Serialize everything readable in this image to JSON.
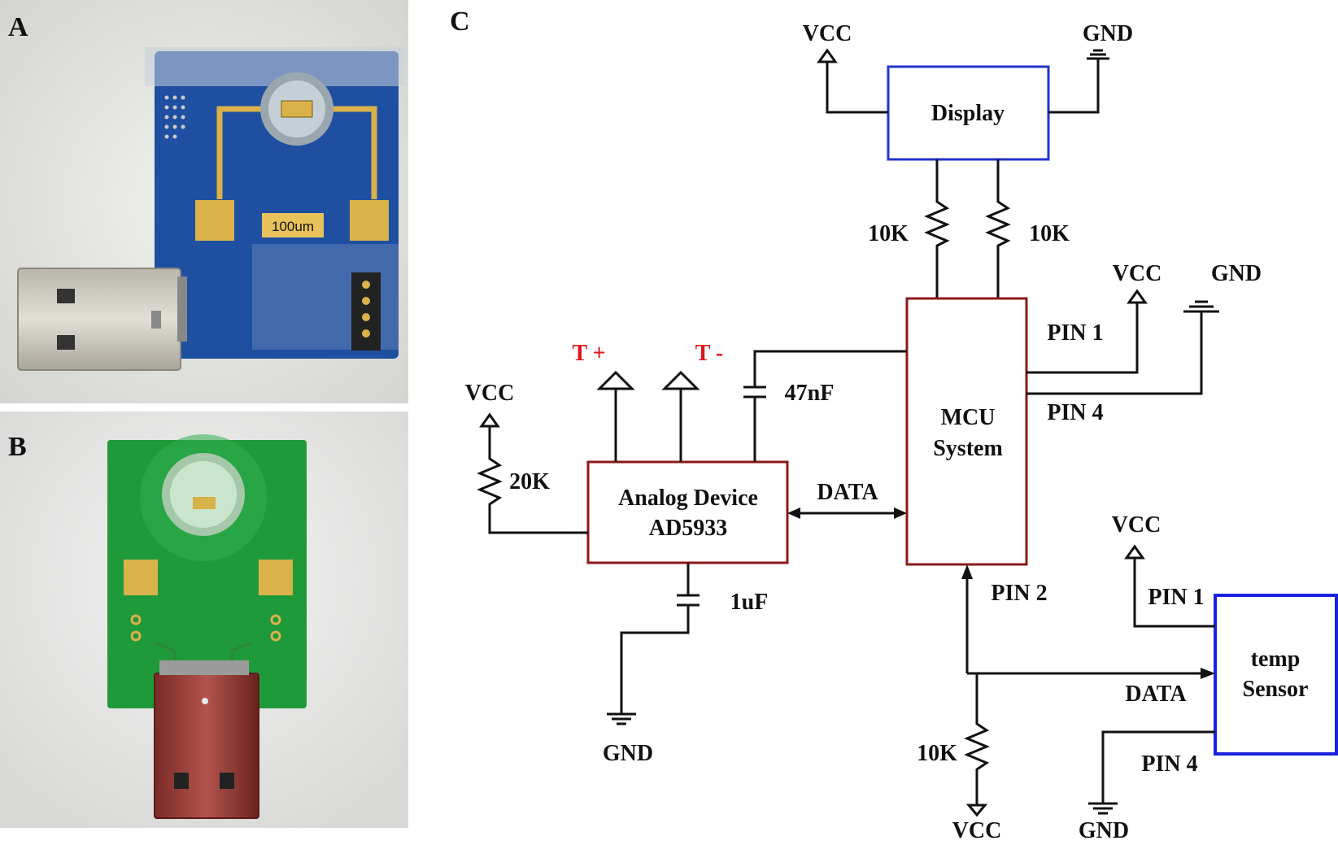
{
  "panels": {
    "a_label": "A",
    "b_label": "B",
    "c_label": "C"
  },
  "photo_a": {
    "chip_label": "100um"
  },
  "schematic": {
    "display": {
      "label": "Display",
      "vcc": "VCC",
      "gnd": "GND"
    },
    "pullups": {
      "left": "10K",
      "right": "10K"
    },
    "mcu": {
      "line1": "MCU",
      "line2": "System"
    },
    "mcu_power": {
      "vcc": "VCC",
      "gnd": "GND",
      "pin1": "PIN 1",
      "pin4": "PIN 4"
    },
    "analog": {
      "line1": "Analog Device",
      "line2": "AD5933",
      "vcc": "VCC",
      "resistor": "20K",
      "gnd": "GND"
    },
    "terminals": {
      "t_plus": "T +",
      "t_minus": "T -"
    },
    "caps": {
      "top": "47nF",
      "bottom": "1uF"
    },
    "data_bus": "DATA",
    "pin2": "PIN 2",
    "temp": {
      "line1": "temp",
      "line2": "Sensor",
      "vcc": "VCC",
      "pin1": "PIN 1",
      "data": "DATA",
      "pin4": "PIN 4",
      "gnd": "GND"
    },
    "pulldown": {
      "resistor": "10K",
      "vcc": "VCC"
    }
  },
  "colors": {
    "pcb_a": "#1f4fa0",
    "pcb_b": "#1f9a3a",
    "gold": "#d9b24a",
    "mcu_border": "#8b1a1a",
    "display_border": "#2233cc",
    "terminal_red": "#e0161b"
  }
}
